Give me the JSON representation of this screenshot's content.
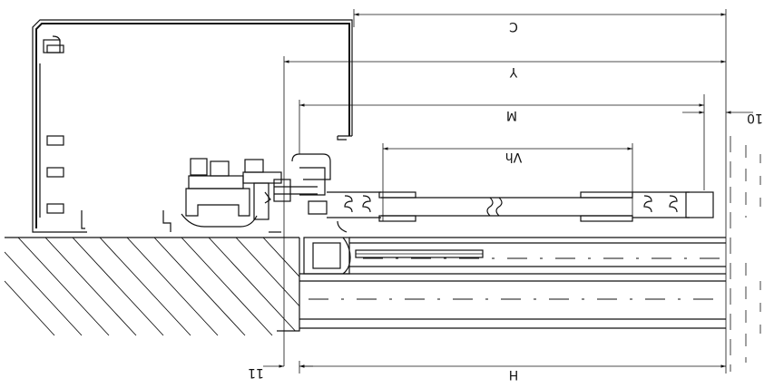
{
  "labels": {
    "c": "C",
    "y": "Y",
    "m": "M",
    "vh": "Vh",
    "h": "H",
    "eleven": "11",
    "ten": "10"
  }
}
